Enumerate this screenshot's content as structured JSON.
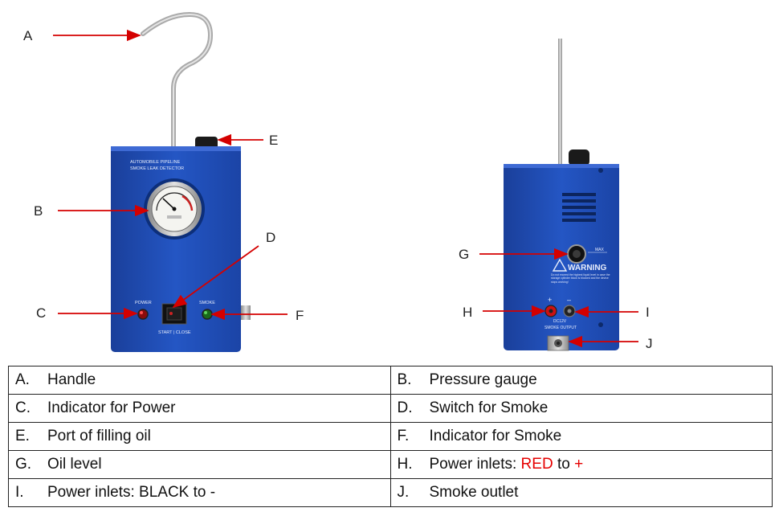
{
  "callouts": [
    "A",
    "B",
    "C",
    "D",
    "E",
    "F",
    "G",
    "H",
    "I",
    "J"
  ],
  "front_device": {
    "title_line1": "AUTOMOBILE PIPELINE",
    "title_line2": "SMOKE LEAK DETECTOR",
    "power_label": "POWER",
    "smoke_label": "SMOKE",
    "switch_label": "START | CLOSE"
  },
  "back_device": {
    "max_label": "MAX",
    "warning_label": "WARNING",
    "warning_text": "Do not exceed the highest liquid level in case the storage cylinder block is blocked and the device stops working!",
    "plus": "+",
    "minus": "–",
    "voltage": "DC12V",
    "smoke_output": "SMOKE OUTPUT"
  },
  "legend": {
    "rows": [
      [
        {
          "letter": "A.",
          "text": "Handle"
        },
        {
          "letter": "B.",
          "text": "Pressure gauge"
        }
      ],
      [
        {
          "letter": "C.",
          "text": "Indicator for Power"
        },
        {
          "letter": "D.",
          "text": "Switch for Smoke"
        }
      ],
      [
        {
          "letter": "E.",
          "text": "Port of filling oil"
        },
        {
          "letter": "F.",
          "text": "Indicator for Smoke"
        }
      ],
      [
        {
          "letter": "G.",
          "text": "Oil level"
        },
        {
          "letter": "H.",
          "text": "Power inlets: ",
          "red": "RED",
          "mid": " to ",
          "red2": "+"
        }
      ],
      [
        {
          "letter": "I.",
          "text": "Power inlets: BLACK to -"
        },
        {
          "letter": "J.",
          "text": "Smoke outlet"
        }
      ]
    ]
  },
  "colors": {
    "device_blue": "#1d4fb8",
    "arrow_red": "#d40000",
    "highlight_red": "#e60000"
  }
}
